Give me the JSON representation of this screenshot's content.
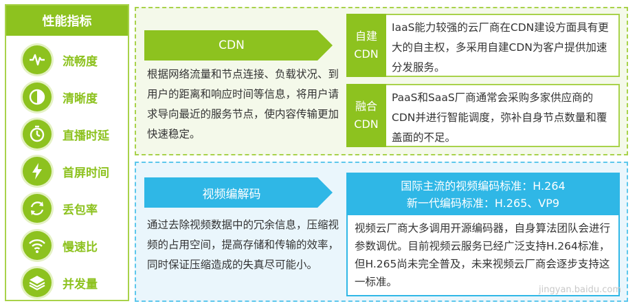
{
  "metrics_panel": {
    "title": "性能指标",
    "items": [
      {
        "label": "流畅度",
        "icon": "waveform-icon"
      },
      {
        "label": "清晰度",
        "icon": "half-circle-icon"
      },
      {
        "label": "直播时延",
        "icon": "stopwatch-icon"
      },
      {
        "label": "首屏时间",
        "icon": "lightning-icon"
      },
      {
        "label": "丢包率",
        "icon": "refresh-icon"
      },
      {
        "label": "慢速比",
        "icon": "wifi-icon"
      },
      {
        "label": "并发量",
        "icon": "layers-icon"
      }
    ]
  },
  "cdn": {
    "banner": "CDN",
    "description": "根据网络流量和节点连接、负载状况、到用户的距离和响应时间等信息，将用户请求导向最近的服务节点，使内容传输更加快速稳定。",
    "rows": [
      {
        "label": "自建CDN",
        "text": "IaaS能力较强的云厂商在CDN建设方面具有更大的自主权，多采用自建CDN为客户提供加速分发服务。"
      },
      {
        "label": "融合CDN",
        "text": "PaaS和SaaS厂商通常会采购多家供应商的CDN并进行智能调度，弥补自身节点数量和覆盖面的不足。"
      }
    ]
  },
  "codec": {
    "banner": "视频编解码",
    "description": "通过去除视频数据中的冗余信息，压缩视频的占用空间，提高存储和传输的效率，同时保证压缩造成的失真尽可能小。",
    "standard_line1": "国际主流的视频编码标准：H.264",
    "standard_line2": "新一代编码标准：H.265、VP9",
    "body": "视频云厂商大多调用开源编码器，自身算法团队会进行参数调优。目前视频云服务已经广泛支持H.264标准，但H.265尚未完全普及，未来视频云厂商会逐步支持这一标准。"
  },
  "watermark": "jingyan.baidu.com",
  "colors": {
    "green": "#8dc21f",
    "blue": "#2fb7e6"
  }
}
